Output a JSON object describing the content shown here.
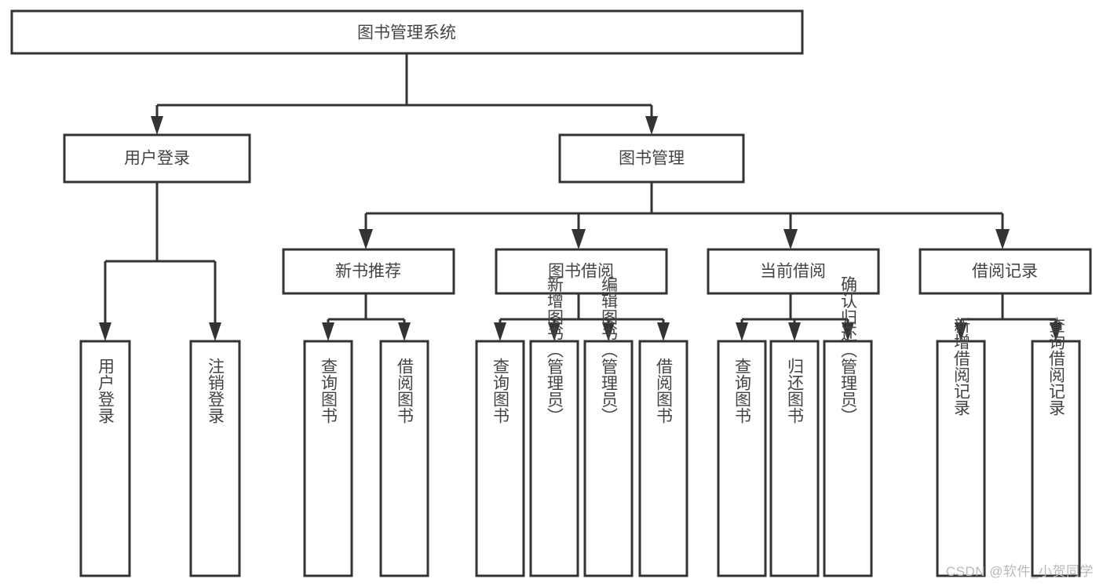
{
  "diagram": {
    "type": "tree",
    "title": "图书管理系统",
    "watermark": "CSDN @软件_小贺同学",
    "root": {
      "id": "root",
      "label": "图书管理系统"
    },
    "level2": [
      {
        "id": "user-login",
        "label": "用户登录"
      },
      {
        "id": "book-management",
        "label": "图书管理"
      }
    ],
    "level3": [
      {
        "id": "new-book-recommend",
        "label": "新书推荐",
        "parent": "book-management"
      },
      {
        "id": "book-borrow",
        "label": "图书借阅",
        "parent": "book-management"
      },
      {
        "id": "current-borrow",
        "label": "当前借阅",
        "parent": "book-management"
      },
      {
        "id": "borrow-record",
        "label": "借阅记录",
        "parent": "book-management"
      }
    ],
    "leaves": [
      {
        "id": "leaf-user-login",
        "label": "用户登录",
        "parent": "user-login"
      },
      {
        "id": "leaf-user-logout",
        "label": "注销登录",
        "parent": "user-login"
      },
      {
        "id": "leaf-query-book-1",
        "label": "查询图书",
        "parent": "new-book-recommend"
      },
      {
        "id": "leaf-borrow-book-1",
        "label": "借阅图书",
        "parent": "new-book-recommend"
      },
      {
        "id": "leaf-query-book-2",
        "label": "查询图书",
        "parent": "book-borrow"
      },
      {
        "id": "leaf-add-book",
        "label": "新增图书（管理员）",
        "parent": "book-borrow"
      },
      {
        "id": "leaf-edit-book",
        "label": "编辑图书（管理员）",
        "parent": "book-borrow"
      },
      {
        "id": "leaf-borrow-book-2",
        "label": "借阅图书",
        "parent": "book-borrow"
      },
      {
        "id": "leaf-query-book-3",
        "label": "查询图书",
        "parent": "current-borrow"
      },
      {
        "id": "leaf-return-book",
        "label": "归还图书",
        "parent": "current-borrow"
      },
      {
        "id": "leaf-confirm-return",
        "label": "确认归还（管理员）",
        "parent": "current-borrow"
      },
      {
        "id": "leaf-add-record",
        "label": "新增借阅记录",
        "parent": "borrow-record"
      },
      {
        "id": "leaf-query-record",
        "label": "查询借阅记录",
        "parent": "borrow-record"
      }
    ],
    "colors": {
      "stroke": "#333333",
      "fill": "#ffffff",
      "text": "#444444",
      "watermark": "#b9b9b9"
    }
  }
}
